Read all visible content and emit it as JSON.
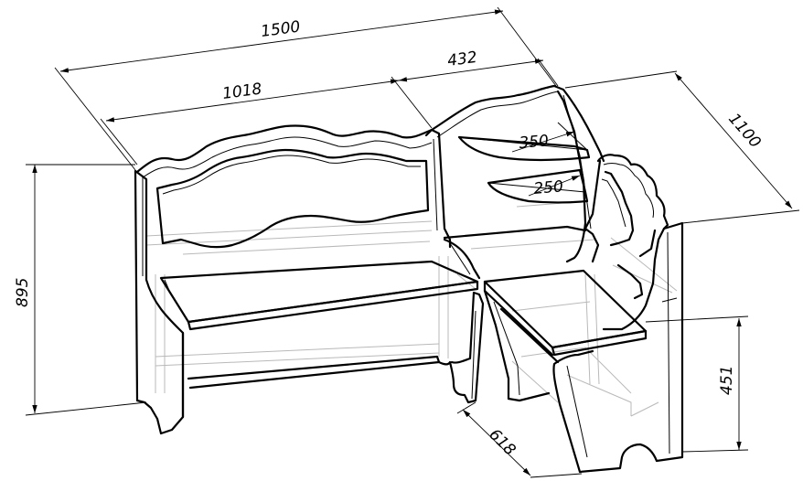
{
  "dimensions": {
    "overall_length": "1500",
    "bench_length": "1018",
    "corner_width": "432",
    "side_length": "1100",
    "height": "895",
    "seat_height": "451",
    "depth": "618",
    "shelf_upper": "350",
    "shelf_lower": "250"
  }
}
